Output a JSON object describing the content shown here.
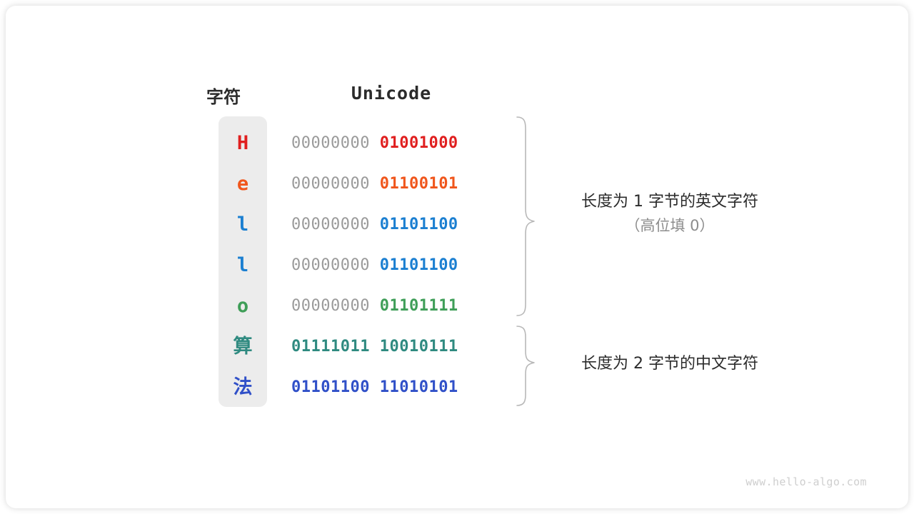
{
  "figure": {
    "watermark": "www.hello-algo.com",
    "headers": {
      "char": "字符",
      "encoding": "Unicode"
    },
    "colors": {
      "red": "#e01f1f",
      "orange": "#f0561c",
      "blue": "#1b7fd1",
      "green": "#3f9e58",
      "teal": "#2f8a80",
      "indigo": "#3050c8",
      "padding_gray": "#9a9a9a",
      "panel_gray": "#ececec",
      "brace_gray": "#b8b8b8",
      "text_dark": "#2b2b2b",
      "text_muted": "#8c8c8c"
    },
    "rows": [
      {
        "char": "H",
        "color": "#e01f1f",
        "high": "00000000",
        "low": "01001000",
        "cjk": false
      },
      {
        "char": "e",
        "color": "#f0561c",
        "high": "00000000",
        "low": "01100101",
        "cjk": false
      },
      {
        "char": "l",
        "color": "#1b7fd1",
        "high": "00000000",
        "low": "01101100",
        "cjk": false
      },
      {
        "char": "l",
        "color": "#1b7fd1",
        "high": "00000000",
        "low": "01101100",
        "cjk": false
      },
      {
        "char": "o",
        "color": "#3f9e58",
        "high": "00000000",
        "low": "01101111",
        "cjk": false
      },
      {
        "char": "算",
        "color": "#2f8a80",
        "high": "01111011",
        "low": "10010111",
        "cjk": true
      },
      {
        "char": "法",
        "color": "#3050c8",
        "high": "01101100",
        "low": "11010101",
        "cjk": true
      }
    ],
    "annotations": [
      {
        "line1": "长度为 1 字节的英文字符",
        "line2": "（高位填 0）",
        "covers_rows": [
          1,
          2,
          3,
          4,
          5
        ]
      },
      {
        "line1": "长度为 2 字节的中文字符",
        "line2": "",
        "covers_rows": [
          6,
          7
        ]
      }
    ]
  }
}
